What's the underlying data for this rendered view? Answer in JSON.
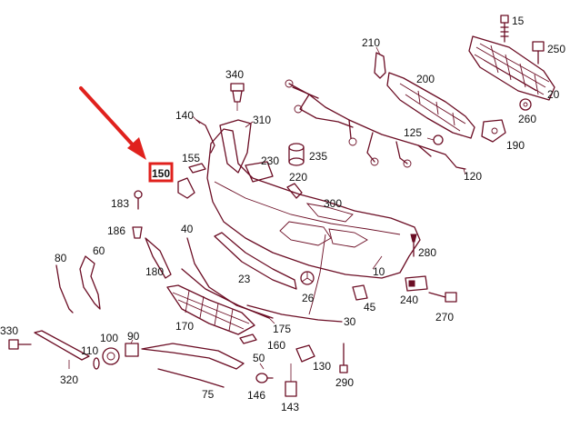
{
  "diagram": {
    "highlight_color": "#e0211d",
    "line_color": "#6b0d24",
    "highlighted_label": "150",
    "labels": {
      "l15": "15",
      "l210": "210",
      "l250": "250",
      "l200": "200",
      "l20": "20",
      "l260": "260",
      "l340": "340",
      "l140": "140",
      "l310": "310",
      "l125": "125",
      "l190": "190",
      "l155": "155",
      "l230": "230",
      "l235": "235",
      "l120": "120",
      "l220": "220",
      "l183": "183",
      "l300": "300",
      "l40": "40",
      "l186": "186",
      "l280": "280",
      "l80": "80",
      "l60": "60",
      "l180": "180",
      "l23": "23",
      "l10": "10",
      "l240": "240",
      "l26": "26",
      "l45": "45",
      "l270": "270",
      "l170": "170",
      "l175": "175",
      "l30": "30",
      "l330": "330",
      "l100": "100",
      "l90": "90",
      "l110": "110",
      "l160": "160",
      "l50": "50",
      "l130": "130",
      "l290": "290",
      "l320": "320",
      "l75": "75",
      "l146": "146",
      "l143": "143"
    }
  }
}
